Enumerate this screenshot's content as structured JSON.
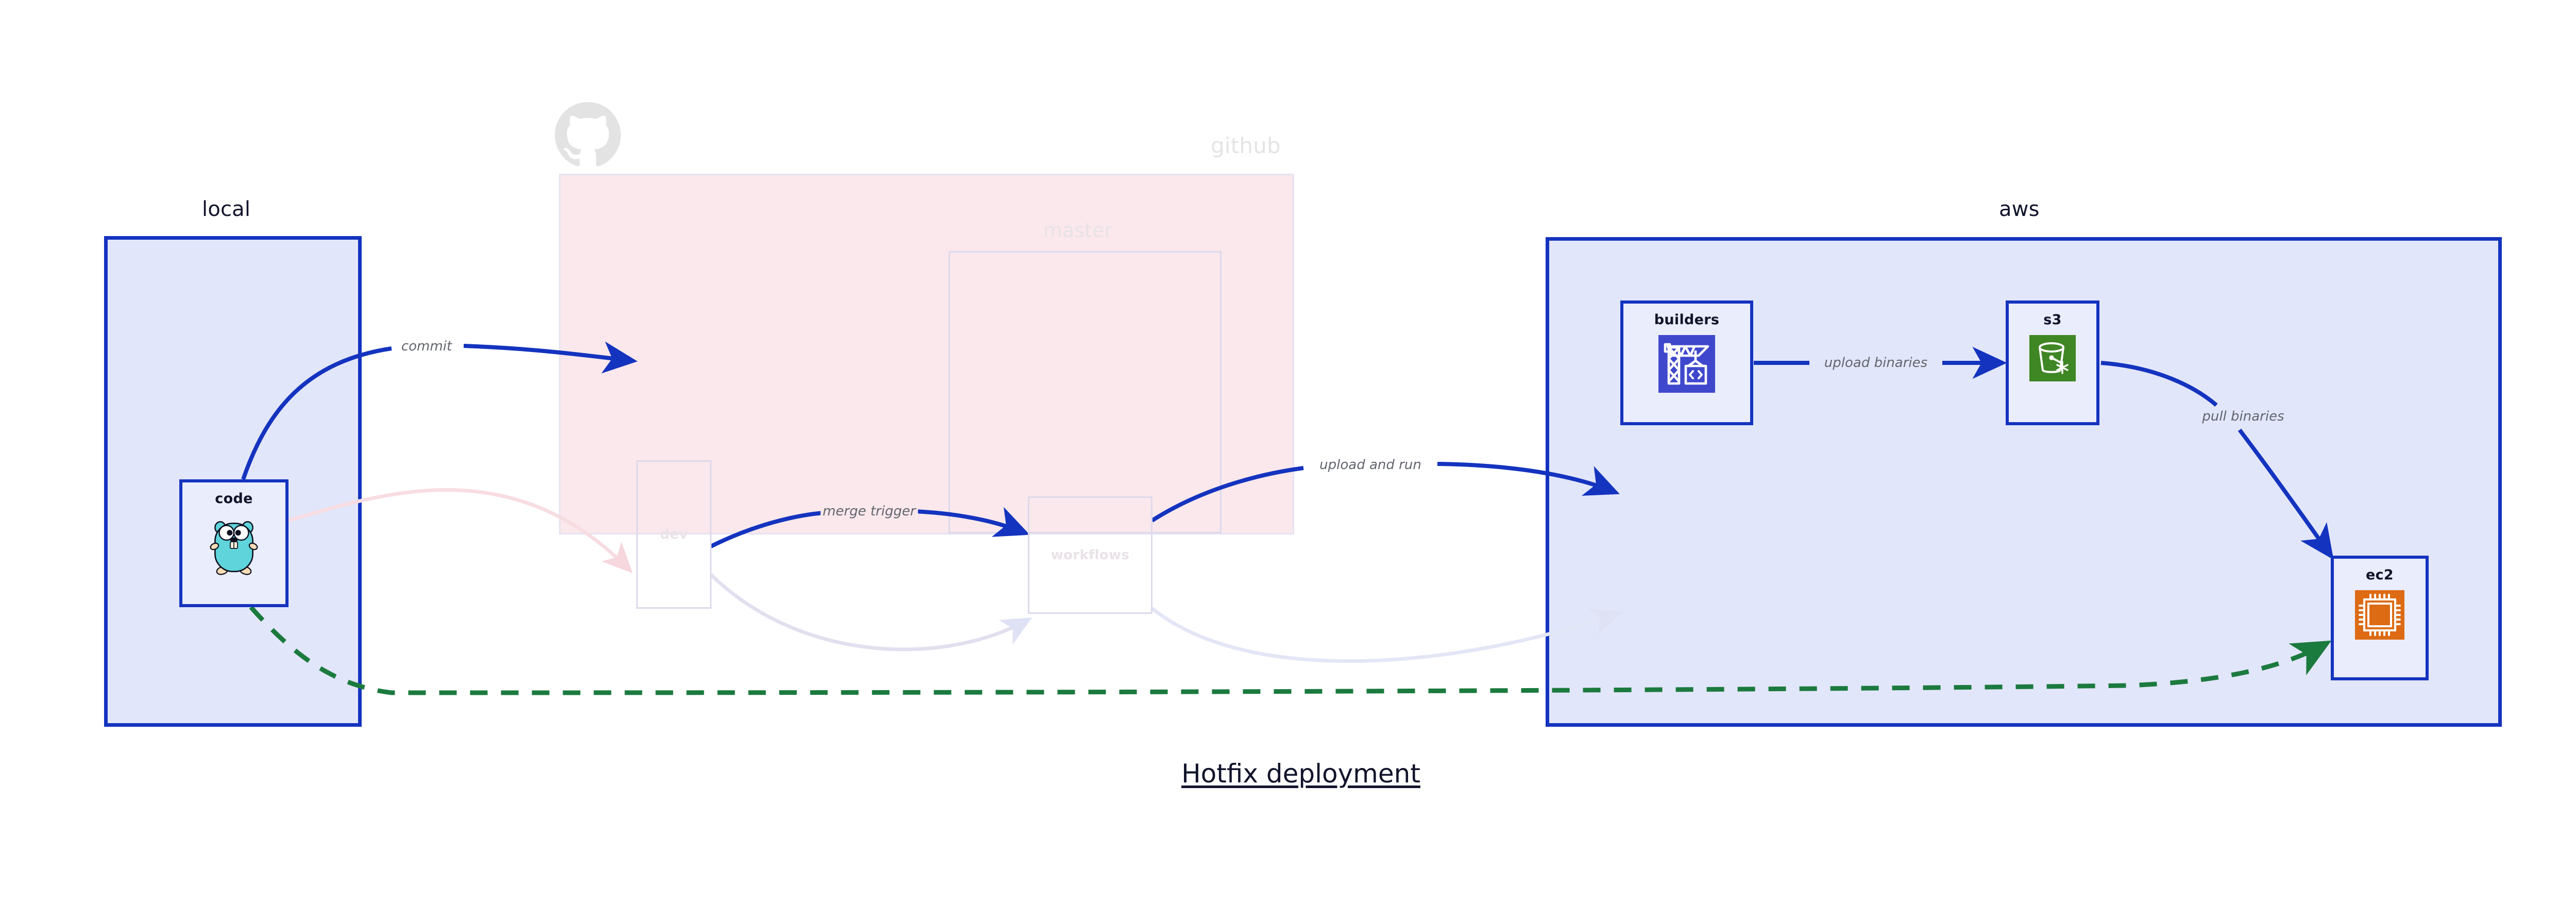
{
  "diagram": {
    "title": "Hotfix deployment",
    "colors": {
      "container_border": "#1433bf",
      "container_fill": "#e2e6fa",
      "github_fill": "#fae8ec",
      "edge": "#1433bf",
      "dashed_edge": "#1b7a3e",
      "label_text": "#62656e",
      "faded": "#e4e4e4",
      "codebuild_icon": "#3f48cc",
      "s3_icon": "#3f8624",
      "ec2_icon": "#dd6b14"
    }
  },
  "groups": [
    {
      "id": "local",
      "label": "local",
      "style": "solid"
    },
    {
      "id": "github",
      "label": "github",
      "style": "faded"
    },
    {
      "id": "aws",
      "label": "aws",
      "style": "solid"
    }
  ],
  "subgroups": [
    {
      "id": "master",
      "label": "master",
      "parent": "github"
    }
  ],
  "nodes": [
    {
      "id": "code",
      "label": "code",
      "icon": "go-gopher-icon",
      "group": "local",
      "style": "solid"
    },
    {
      "id": "dev",
      "label": "dev",
      "icon": "none",
      "group": "github",
      "style": "faded"
    },
    {
      "id": "workflows",
      "label": "workflows",
      "icon": "none",
      "group": "master",
      "style": "faded"
    },
    {
      "id": "builders",
      "label": "builders",
      "icon": "aws-codebuild-icon",
      "group": "aws",
      "style": "solid"
    },
    {
      "id": "s3",
      "label": "s3",
      "icon": "aws-s3-icon",
      "group": "aws",
      "style": "solid"
    },
    {
      "id": "ec2",
      "label": "ec2",
      "icon": "aws-ec2-icon",
      "group": "aws",
      "style": "solid"
    }
  ],
  "edges": [
    {
      "id": "commit",
      "from": "code",
      "to": "dev",
      "label": "commit",
      "style": "solid",
      "color": "#1433bf"
    },
    {
      "id": "merge-trigger",
      "from": "dev",
      "to": "workflows",
      "label": "merge trigger",
      "style": "solid",
      "color": "#1433bf"
    },
    {
      "id": "upload-and-run",
      "from": "workflows",
      "to": "builders",
      "label": "upload and run",
      "style": "solid",
      "color": "#1433bf"
    },
    {
      "id": "upload-binaries",
      "from": "builders",
      "to": "s3",
      "label": "upload binaries",
      "style": "solid",
      "color": "#1433bf"
    },
    {
      "id": "pull-binaries",
      "from": "s3",
      "to": "ec2",
      "label": "pull binaries",
      "style": "solid",
      "color": "#1433bf"
    },
    {
      "id": "hotfix-path",
      "from": "code",
      "to": "ec2",
      "label": "",
      "style": "dashed",
      "color": "#1b7a3e"
    }
  ],
  "decorations": [
    {
      "id": "github-logo",
      "icon": "github-octocat-icon"
    }
  ]
}
